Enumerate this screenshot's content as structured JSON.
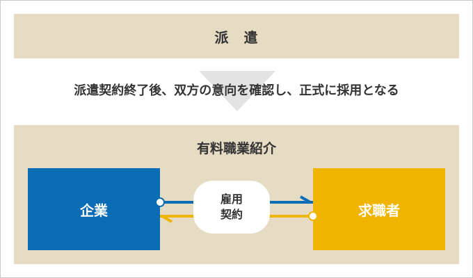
{
  "top_band": {
    "label": "派　遣"
  },
  "transition": {
    "text": "派遣契約終了後、双方の意向を確認し、正式に採用となる"
  },
  "bottom_band": {
    "title": "有料職業紹介"
  },
  "company": {
    "label": "企業"
  },
  "job_seeker": {
    "label": "求職者"
  },
  "contract": {
    "line1": "雇用",
    "line2": "契約"
  },
  "colors": {
    "band": "#e6dcc4",
    "company_blue": "#0a6cb4",
    "seeker_yellow": "#eeb400",
    "arrow_gray": "#e3e3e3"
  }
}
